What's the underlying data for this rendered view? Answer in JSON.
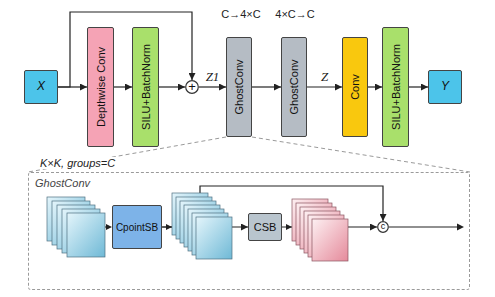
{
  "diagram": {
    "nodes": [
      {
        "text": [
          "X"
        ]
      },
      {
        "text": [
          "Depthwise Conv"
        ]
      },
      {
        "text": [
          "SILU+BatchNorm"
        ]
      },
      {
        "text": [
          "+"
        ]
      },
      {
        "text": [
          "GhostConv"
        ]
      },
      {
        "text": [
          "GhostConv"
        ]
      },
      {
        "text": [
          "Conv"
        ]
      },
      {
        "text": [
          "SILU+BatchNorm"
        ]
      },
      {
        "text": [
          "Y"
        ]
      },
      {
        "text": [
          "GhostConv"
        ]
      },
      {
        "text": [
          "CpointSB"
        ],
        "in": 9
      },
      {
        "text": [
          "CSB"
        ],
        "in": 9
      },
      {
        "text": [
          "c"
        ],
        "in": 9
      }
    ],
    "edges": [
      {
        "from": 0,
        "to": 1,
        "arrow": "to"
      },
      {
        "from": 1,
        "to": 2,
        "arrow": "to"
      },
      {
        "from": 2,
        "to": 3,
        "arrow": "to"
      },
      {
        "from": 0,
        "to": 3,
        "arrow": "to"
      },
      {
        "from": 3,
        "to": 4,
        "arrow": "to",
        "label": "Z1"
      },
      {
        "from": 4,
        "to": 5,
        "arrow": "to"
      },
      {
        "from": 5,
        "to": 6,
        "arrow": "to",
        "label": "Z"
      },
      {
        "from": 6,
        "to": 7,
        "arrow": "to"
      },
      {
        "from": 7,
        "to": 8,
        "arrow": "to"
      },
      {
        "from": 10,
        "to": 11,
        "arrow": "to"
      },
      {
        "from": 11,
        "to": 12,
        "arrow": "to"
      },
      {
        "from": 10,
        "to": 12,
        "arrow": "to"
      }
    ],
    "labels": [
      "K×K, groups=C",
      "C→4×C",
      "4×C→C"
    ]
  }
}
